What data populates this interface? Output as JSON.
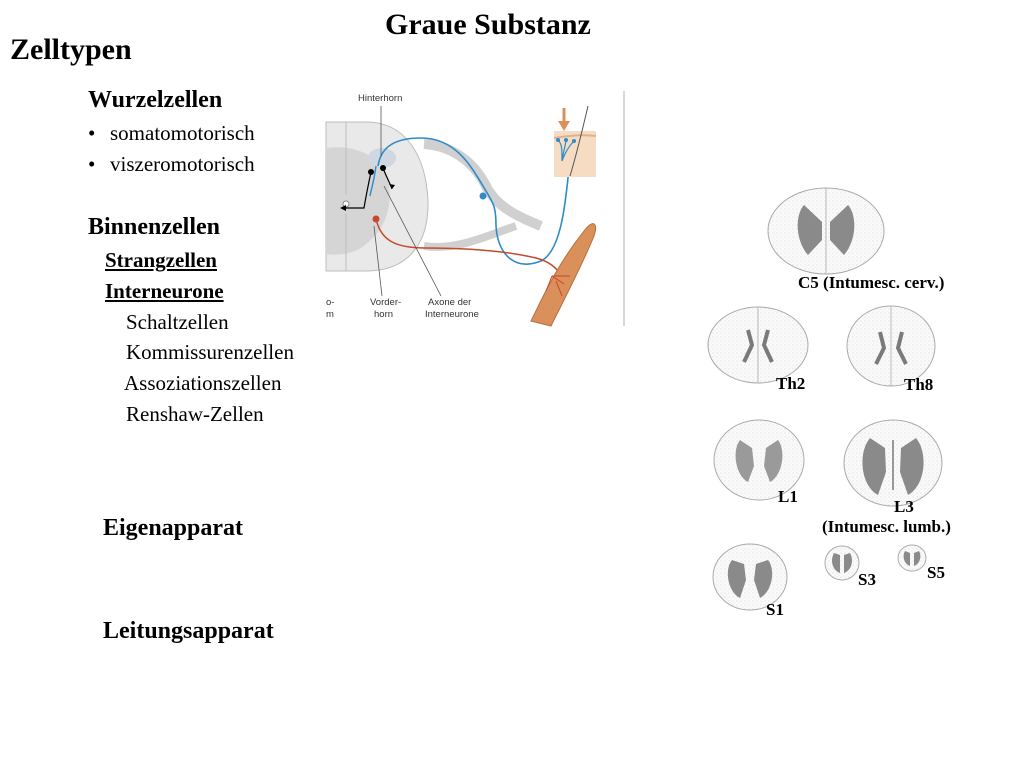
{
  "slide": {
    "title": "Graue Substanz",
    "subtitle": "Zelltypen"
  },
  "wurzelzellen": {
    "heading": "Wurzelzellen",
    "items": [
      "somatomotorisch",
      "viszeromotorisch"
    ]
  },
  "binnenzellen": {
    "heading": "Binnenzellen",
    "strangzellen": "Strangzellen",
    "interneurone": "Interneurone",
    "items": [
      "Schaltzellen",
      "Kommissurenzellen",
      "Assoziationszellen",
      "Renshaw-Zellen"
    ]
  },
  "apparatus": {
    "eigen": "Eigenapparat",
    "leitung": "Leitungsapparat"
  },
  "reflex_figure": {
    "labels": {
      "hinterhorn": "Hinterhorn",
      "vorderhorn_1": "Vorder-",
      "vorderhorn_2": "horn",
      "axone_1": "Axone der",
      "axone_2": "Interneurone",
      "cut_1": "o-",
      "cut_2": "m"
    },
    "colors": {
      "sensory": "#2f8bc9",
      "motor": "#c8472e",
      "muscle": "#d9905a"
    }
  },
  "sections": {
    "c5": "C5 (Intumesc. cerv.)",
    "th2": "Th2",
    "th8": "Th8",
    "l1": "L1",
    "l3": "L3",
    "l3_sub": "(Intumesc. lumb.)",
    "s1": "S1",
    "s3": "S3",
    "s5": "S5"
  }
}
